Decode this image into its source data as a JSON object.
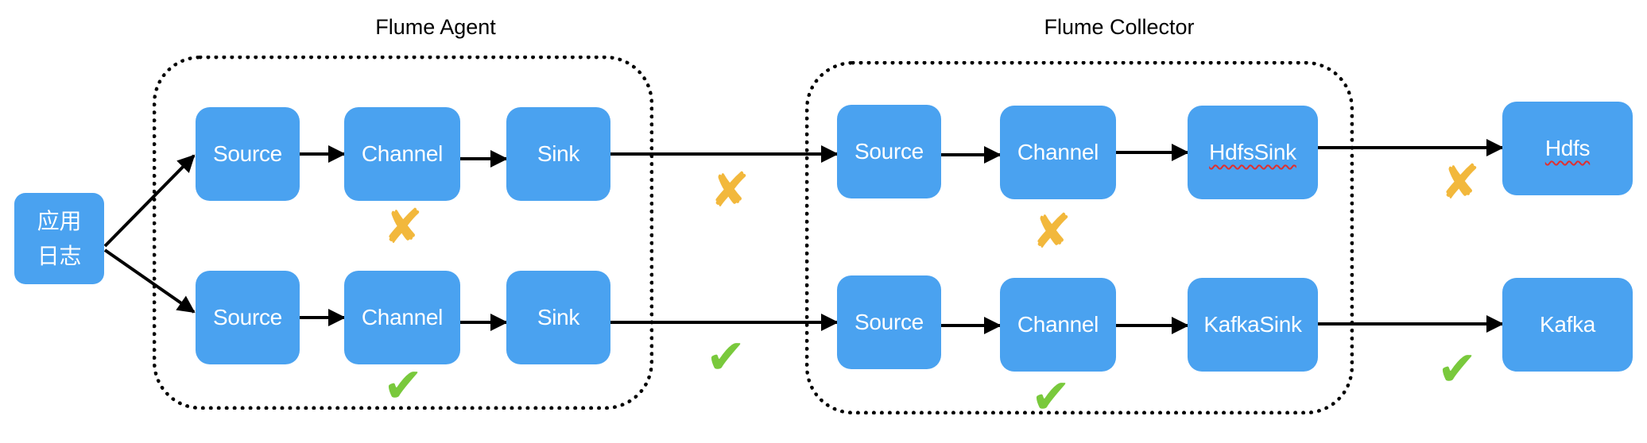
{
  "colors": {
    "node_fill": "#4aa2f0",
    "node_text": "#ffffff",
    "arrow": "#000000",
    "fail_mark": "#f2b83c",
    "ok_mark": "#79c93c",
    "spellcheck_underline": "#e03030"
  },
  "app_log": {
    "line1": "应用",
    "line2": "日志"
  },
  "agent": {
    "title": "Flume Agent",
    "top": {
      "source": "Source",
      "channel": "Channel",
      "sink": "Sink",
      "status": "fail"
    },
    "bottom": {
      "source": "Source",
      "channel": "Channel",
      "sink": "Sink",
      "status": "ok"
    }
  },
  "collector": {
    "title": "Flume Collector",
    "top": {
      "source": "Source",
      "channel": "Channel",
      "sink": "HdfsSink",
      "status": "fail"
    },
    "bottom": {
      "source": "Source",
      "channel": "Channel",
      "sink": "KafkaSink",
      "status": "ok"
    }
  },
  "destinations": {
    "top": {
      "label": "Hdfs",
      "status": "fail"
    },
    "bottom": {
      "label": "Kafka",
      "status": "ok"
    }
  },
  "links": {
    "agent_to_collector_top": "fail",
    "agent_to_collector_bottom": "ok"
  },
  "mark_glyphs": {
    "fail": "✘",
    "ok": "✔"
  }
}
